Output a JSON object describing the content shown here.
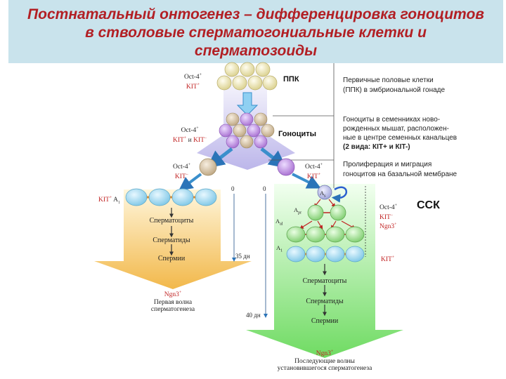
{
  "title": {
    "line1": "Постнатальный онтогенез – дифференцировка гоноцитов",
    "line2": "в стволовые сперматогониальные клетки и",
    "line3": "сперматозоиды"
  },
  "labels": {
    "ppk": "ППК",
    "gonocytes": "Гоноциты",
    "ssc": "ССК"
  },
  "notes": {
    "n1_line1": "Первичные половые клетки",
    "n1_line2": "(ППК) в эмбриональной гонаде",
    "n2_line1": "Гоноциты в семенниках ново-",
    "n2_line2": "рожденных мышат, расположен-",
    "n2_line3": "ные в центре семенных канальцев",
    "n2_line4": "(2 вида: КIT+ и КIT-)",
    "n3_line1": "Пролиферация и миграция",
    "n3_line2": "гоноцитов на базальной мембране"
  },
  "markers": {
    "oct4": "Oct-4",
    "kit": "KIT",
    "and": "и",
    "ngn3": "Ngn3",
    "a1": "A",
    "a1_sub": "1",
    "as": "A",
    "as_sub": "s",
    "apr": "A",
    "apr_sub": "pr",
    "aal": "A",
    "aal_sub": "al"
  },
  "left_branch": {
    "kit_a1": "KIT",
    "spermatocytes": "Сперматоциты",
    "spermatids": "Сперматиды",
    "sperm": "Спермии",
    "day0": "0",
    "day35": "35 дн",
    "ngn3": "Ngn3",
    "caption1": "Первая волна",
    "caption2": "сперматогенеза"
  },
  "right_branch": {
    "spermatocytes": "Сперматоциты",
    "spermatids": "Сперматиды",
    "sperm": "Спермии",
    "day0": "0",
    "day40": "40 дн",
    "ngn3": "Ngn3",
    "caption1": "Последующие волны",
    "caption2": "установившегося сперматогенеза"
  },
  "colors": {
    "title_bg": "#c9e3ec",
    "title_text": "#b21f24",
    "ppk_cell": "#f3eec0",
    "gonocyte_purple": "#b583d9",
    "gonocyte_tan": "#d5c0a0",
    "spermatogonia": "#a6def0",
    "right_green": "#a6e896",
    "marker_red": "#c02020",
    "arrow_blue": "#4aa3df"
  }
}
